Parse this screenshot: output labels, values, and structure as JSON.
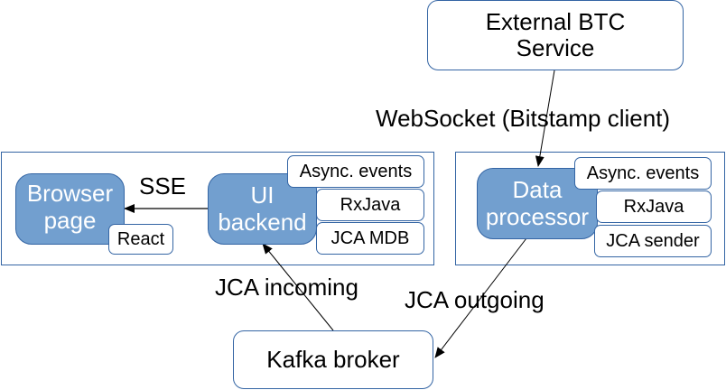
{
  "diagram": {
    "external_service": {
      "label_line1": "External BTC",
      "label_line2": "Service"
    },
    "websocket_label": "WebSocket (Bitstamp client)",
    "ui_group": {
      "browser_page": {
        "label_line1": "Browser",
        "label_line2": "page",
        "tag": "React"
      },
      "sse_label": "SSE",
      "ui_backend": {
        "label_line1": "UI",
        "label_line2": "backend",
        "tags": [
          "Async. events",
          "RxJava",
          "JCA MDB"
        ]
      }
    },
    "processor_group": {
      "data_processor": {
        "label_line1": "Data",
        "label_line2": "processor",
        "tags": [
          "Async. events",
          "RxJava",
          "JCA sender"
        ]
      }
    },
    "jca_incoming_label": "JCA incoming",
    "jca_outgoing_label": "JCA outgoing",
    "kafka_broker": {
      "label": "Kafka broker"
    },
    "colors": {
      "node_fill": "#729fcf",
      "border": "#3465a4",
      "arrow": "#000000"
    }
  }
}
